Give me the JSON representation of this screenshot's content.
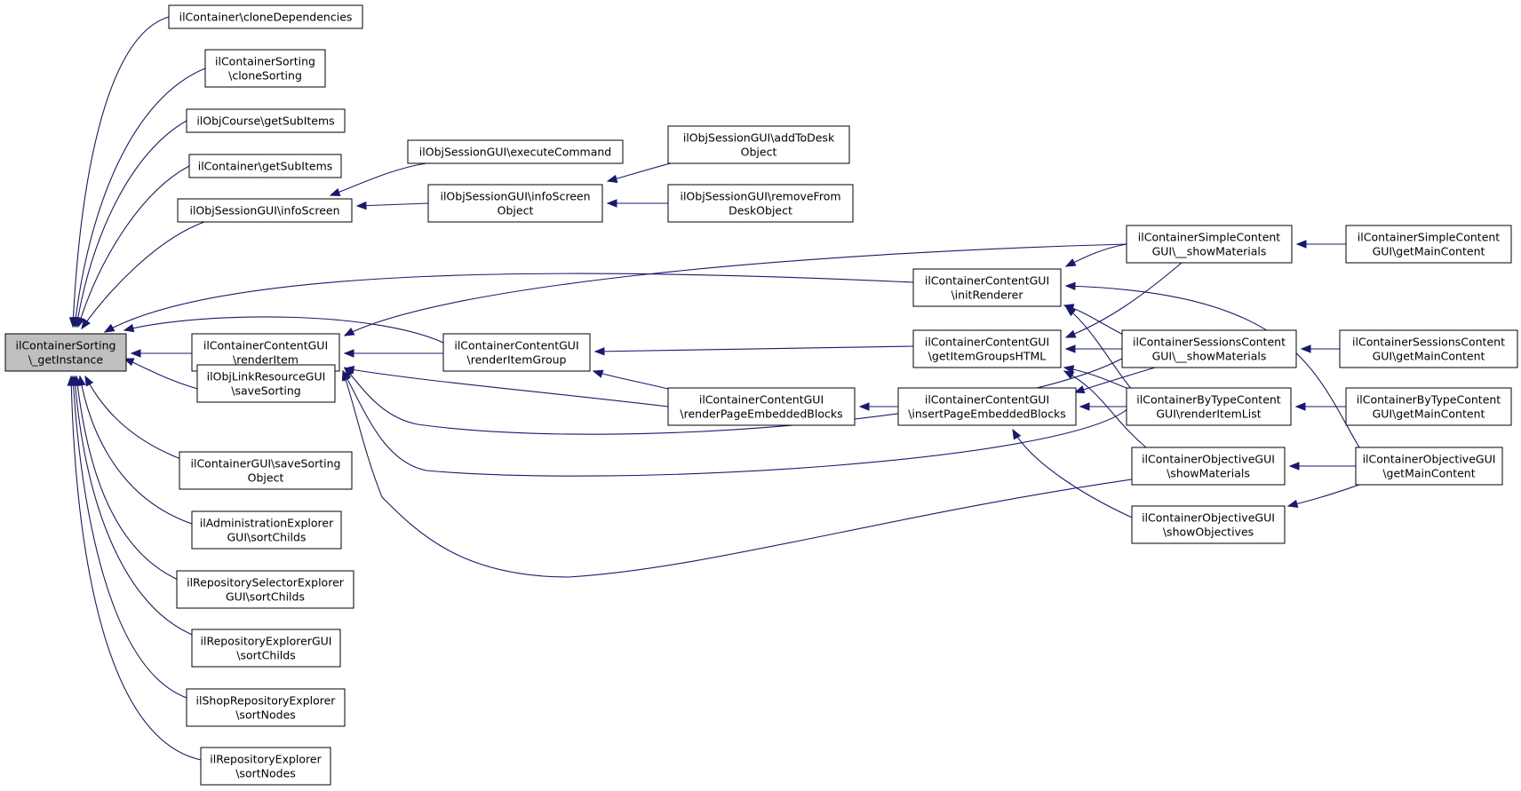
{
  "diagram": {
    "root": "n0",
    "nodes": [
      {
        "id": "n0",
        "lines": [
          "ilContainerSorting",
          "\\_getInstance"
        ]
      },
      {
        "id": "n1",
        "lines": [
          "ilContainer\\cloneDependencies"
        ]
      },
      {
        "id": "n2",
        "lines": [
          "ilContainerSorting",
          "\\cloneSorting"
        ]
      },
      {
        "id": "n3",
        "lines": [
          "ilObjCourse\\getSubItems"
        ]
      },
      {
        "id": "n4",
        "lines": [
          "ilContainer\\getSubItems"
        ]
      },
      {
        "id": "n5",
        "lines": [
          "ilObjSessionGUI\\infoScreen"
        ]
      },
      {
        "id": "n6",
        "lines": [
          "ilObjSessionGUI\\executeCommand"
        ]
      },
      {
        "id": "n7",
        "lines": [
          "ilObjSessionGUI\\infoScreen",
          "Object"
        ]
      },
      {
        "id": "n8",
        "lines": [
          "ilObjSessionGUI\\addToDesk",
          "Object"
        ]
      },
      {
        "id": "n9",
        "lines": [
          "ilObjSessionGUI\\removeFrom",
          "DeskObject"
        ]
      },
      {
        "id": "n10",
        "lines": [
          "ilContainerContentGUI",
          "\\renderItem"
        ]
      },
      {
        "id": "n11",
        "lines": [
          "ilContainerContentGUI",
          "\\renderItemGroup"
        ]
      },
      {
        "id": "n12",
        "lines": [
          "ilContainerContentGUI",
          "\\renderPageEmbeddedBlocks"
        ]
      },
      {
        "id": "n13",
        "lines": [
          "ilContainerContentGUI",
          "\\initRenderer"
        ]
      },
      {
        "id": "n14",
        "lines": [
          "ilContainerContentGUI",
          "\\getItemGroupsHTML"
        ]
      },
      {
        "id": "n15",
        "lines": [
          "ilContainerContentGUI",
          "\\insertPageEmbeddedBlocks"
        ]
      },
      {
        "id": "n16",
        "lines": [
          "ilContainerSimpleContent",
          "GUI\\__showMaterials"
        ]
      },
      {
        "id": "n17",
        "lines": [
          "ilContainerSessionsContent",
          "GUI\\__showMaterials"
        ]
      },
      {
        "id": "n18",
        "lines": [
          "ilContainerByTypeContent",
          "GUI\\renderItemList"
        ]
      },
      {
        "id": "n19",
        "lines": [
          "ilContainerObjectiveGUI",
          "\\showMaterials"
        ]
      },
      {
        "id": "n20",
        "lines": [
          "ilContainerObjectiveGUI",
          "\\showObjectives"
        ]
      },
      {
        "id": "n21",
        "lines": [
          "ilContainerSimpleContent",
          "GUI\\getMainContent"
        ]
      },
      {
        "id": "n22",
        "lines": [
          "ilContainerSessionsContent",
          "GUI\\getMainContent"
        ]
      },
      {
        "id": "n23",
        "lines": [
          "ilContainerByTypeContent",
          "GUI\\getMainContent"
        ]
      },
      {
        "id": "n24",
        "lines": [
          "ilContainerObjectiveGUI",
          "\\getMainContent"
        ]
      },
      {
        "id": "n25",
        "lines": [
          "ilObjLinkResourceGUI",
          "\\saveSorting"
        ]
      },
      {
        "id": "n26",
        "lines": [
          "ilContainerGUI\\saveSorting",
          "Object"
        ]
      },
      {
        "id": "n27",
        "lines": [
          "ilAdministrationExplorer",
          "GUI\\sortChilds"
        ]
      },
      {
        "id": "n28",
        "lines": [
          "ilRepositorySelectorExplorer",
          "GUI\\sortChilds"
        ]
      },
      {
        "id": "n29",
        "lines": [
          "ilRepositoryExplorerGUI",
          "\\sortChilds"
        ]
      },
      {
        "id": "n30",
        "lines": [
          "ilShopRepositoryExplorer",
          "\\sortNodes"
        ]
      },
      {
        "id": "n31",
        "lines": [
          "ilRepositoryExplorer",
          "\\sortNodes"
        ]
      }
    ],
    "edges": [
      {
        "from": "n1",
        "to": "n0"
      },
      {
        "from": "n2",
        "to": "n0"
      },
      {
        "from": "n3",
        "to": "n0"
      },
      {
        "from": "n4",
        "to": "n0"
      },
      {
        "from": "n5",
        "to": "n0"
      },
      {
        "from": "n13",
        "to": "n0"
      },
      {
        "from": "n11",
        "to": "n0"
      },
      {
        "from": "n10",
        "to": "n0"
      },
      {
        "from": "n25",
        "to": "n0"
      },
      {
        "from": "n26",
        "to": "n0"
      },
      {
        "from": "n27",
        "to": "n0"
      },
      {
        "from": "n28",
        "to": "n0"
      },
      {
        "from": "n29",
        "to": "n0"
      },
      {
        "from": "n30",
        "to": "n0"
      },
      {
        "from": "n31",
        "to": "n0"
      },
      {
        "from": "n6",
        "to": "n5"
      },
      {
        "from": "n7",
        "to": "n5"
      },
      {
        "from": "n8",
        "to": "n7"
      },
      {
        "from": "n9",
        "to": "n7"
      },
      {
        "from": "n11",
        "to": "n10"
      },
      {
        "from": "n12",
        "to": "n10"
      },
      {
        "from": "n16",
        "to": "n10"
      },
      {
        "from": "n17",
        "to": "n10"
      },
      {
        "from": "n18",
        "to": "n10"
      },
      {
        "from": "n19",
        "to": "n10"
      },
      {
        "from": "n14",
        "to": "n11"
      },
      {
        "from": "n12",
        "to": "n11"
      },
      {
        "from": "n15",
        "to": "n12"
      },
      {
        "from": "n16",
        "to": "n13"
      },
      {
        "from": "n17",
        "to": "n13"
      },
      {
        "from": "n18",
        "to": "n13"
      },
      {
        "from": "n24",
        "to": "n13"
      },
      {
        "from": "n16",
        "to": "n14"
      },
      {
        "from": "n17",
        "to": "n14"
      },
      {
        "from": "n18",
        "to": "n14"
      },
      {
        "from": "n19",
        "to": "n14"
      },
      {
        "from": "n17",
        "to": "n15"
      },
      {
        "from": "n18",
        "to": "n15"
      },
      {
        "from": "n20",
        "to": "n15"
      },
      {
        "from": "n21",
        "to": "n16"
      },
      {
        "from": "n22",
        "to": "n17"
      },
      {
        "from": "n23",
        "to": "n18"
      },
      {
        "from": "n24",
        "to": "n19"
      },
      {
        "from": "n24",
        "to": "n20"
      }
    ]
  }
}
